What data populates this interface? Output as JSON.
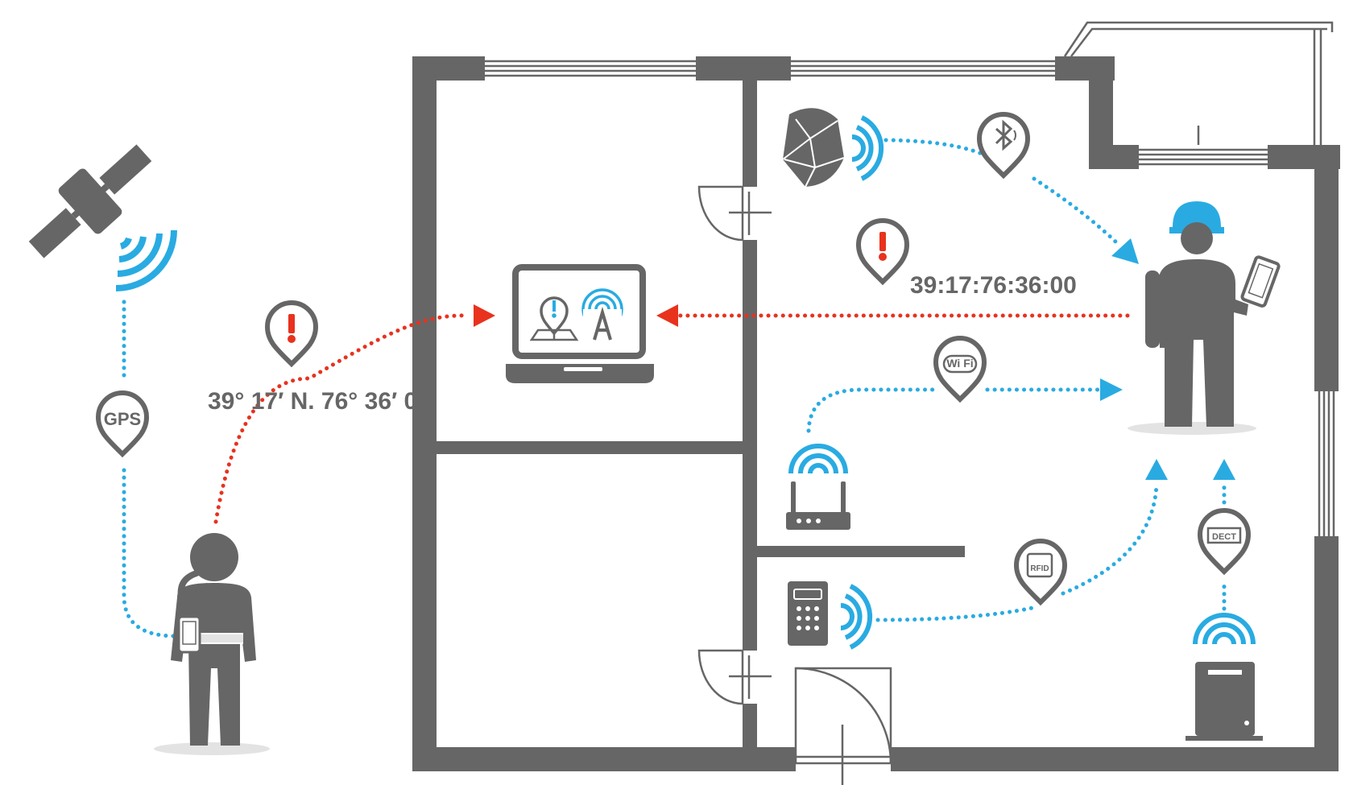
{
  "colors": {
    "wall": "#666666",
    "accent_blue": "#29abe2",
    "alert_red": "#e8321e",
    "light_gray": "#e3e3e3"
  },
  "labels": {
    "gps_pin": "GPS",
    "gps_coordinates": "39° 17′ N. 76° 36′ 0",
    "mac_address": "39:17:76:36:00",
    "wifi_pin": "Wi Fi",
    "rfid_pin": "RFID",
    "dect_pin": "DECT"
  },
  "icons": [
    "satellite-icon",
    "gps-pin-icon",
    "alert-pin-icon",
    "laptop-icon",
    "beacon-icon",
    "bluetooth-pin-icon",
    "worker-icon",
    "smartphone-icon",
    "router-icon",
    "wifi-pin-icon",
    "keypad-icon",
    "rfid-pin-icon",
    "dect-pin-icon",
    "dect-base-icon",
    "woman-icon"
  ]
}
